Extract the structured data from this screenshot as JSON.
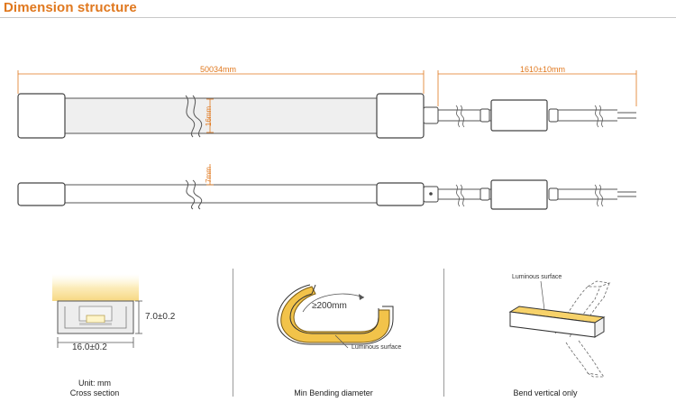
{
  "header": {
    "title": "Dimension structure",
    "accent_color": "#e0781e"
  },
  "top_view": {
    "length_label": "50034mm",
    "cable_label": "1610±10mm",
    "height_label": "16mm"
  },
  "side_view": {
    "thickness_label": "7mm"
  },
  "cross_section": {
    "height_label": "7.0±0.2",
    "width_label": "16.0±0.2",
    "unit_label": "Unit: mm",
    "caption": "Cross section"
  },
  "bending": {
    "diameter_label": "≥200mm",
    "surface_label": "Luminous surface",
    "caption": "Min Bending diameter"
  },
  "vertical": {
    "surface_label": "Luminous surface",
    "caption": "Bend vertical only"
  }
}
